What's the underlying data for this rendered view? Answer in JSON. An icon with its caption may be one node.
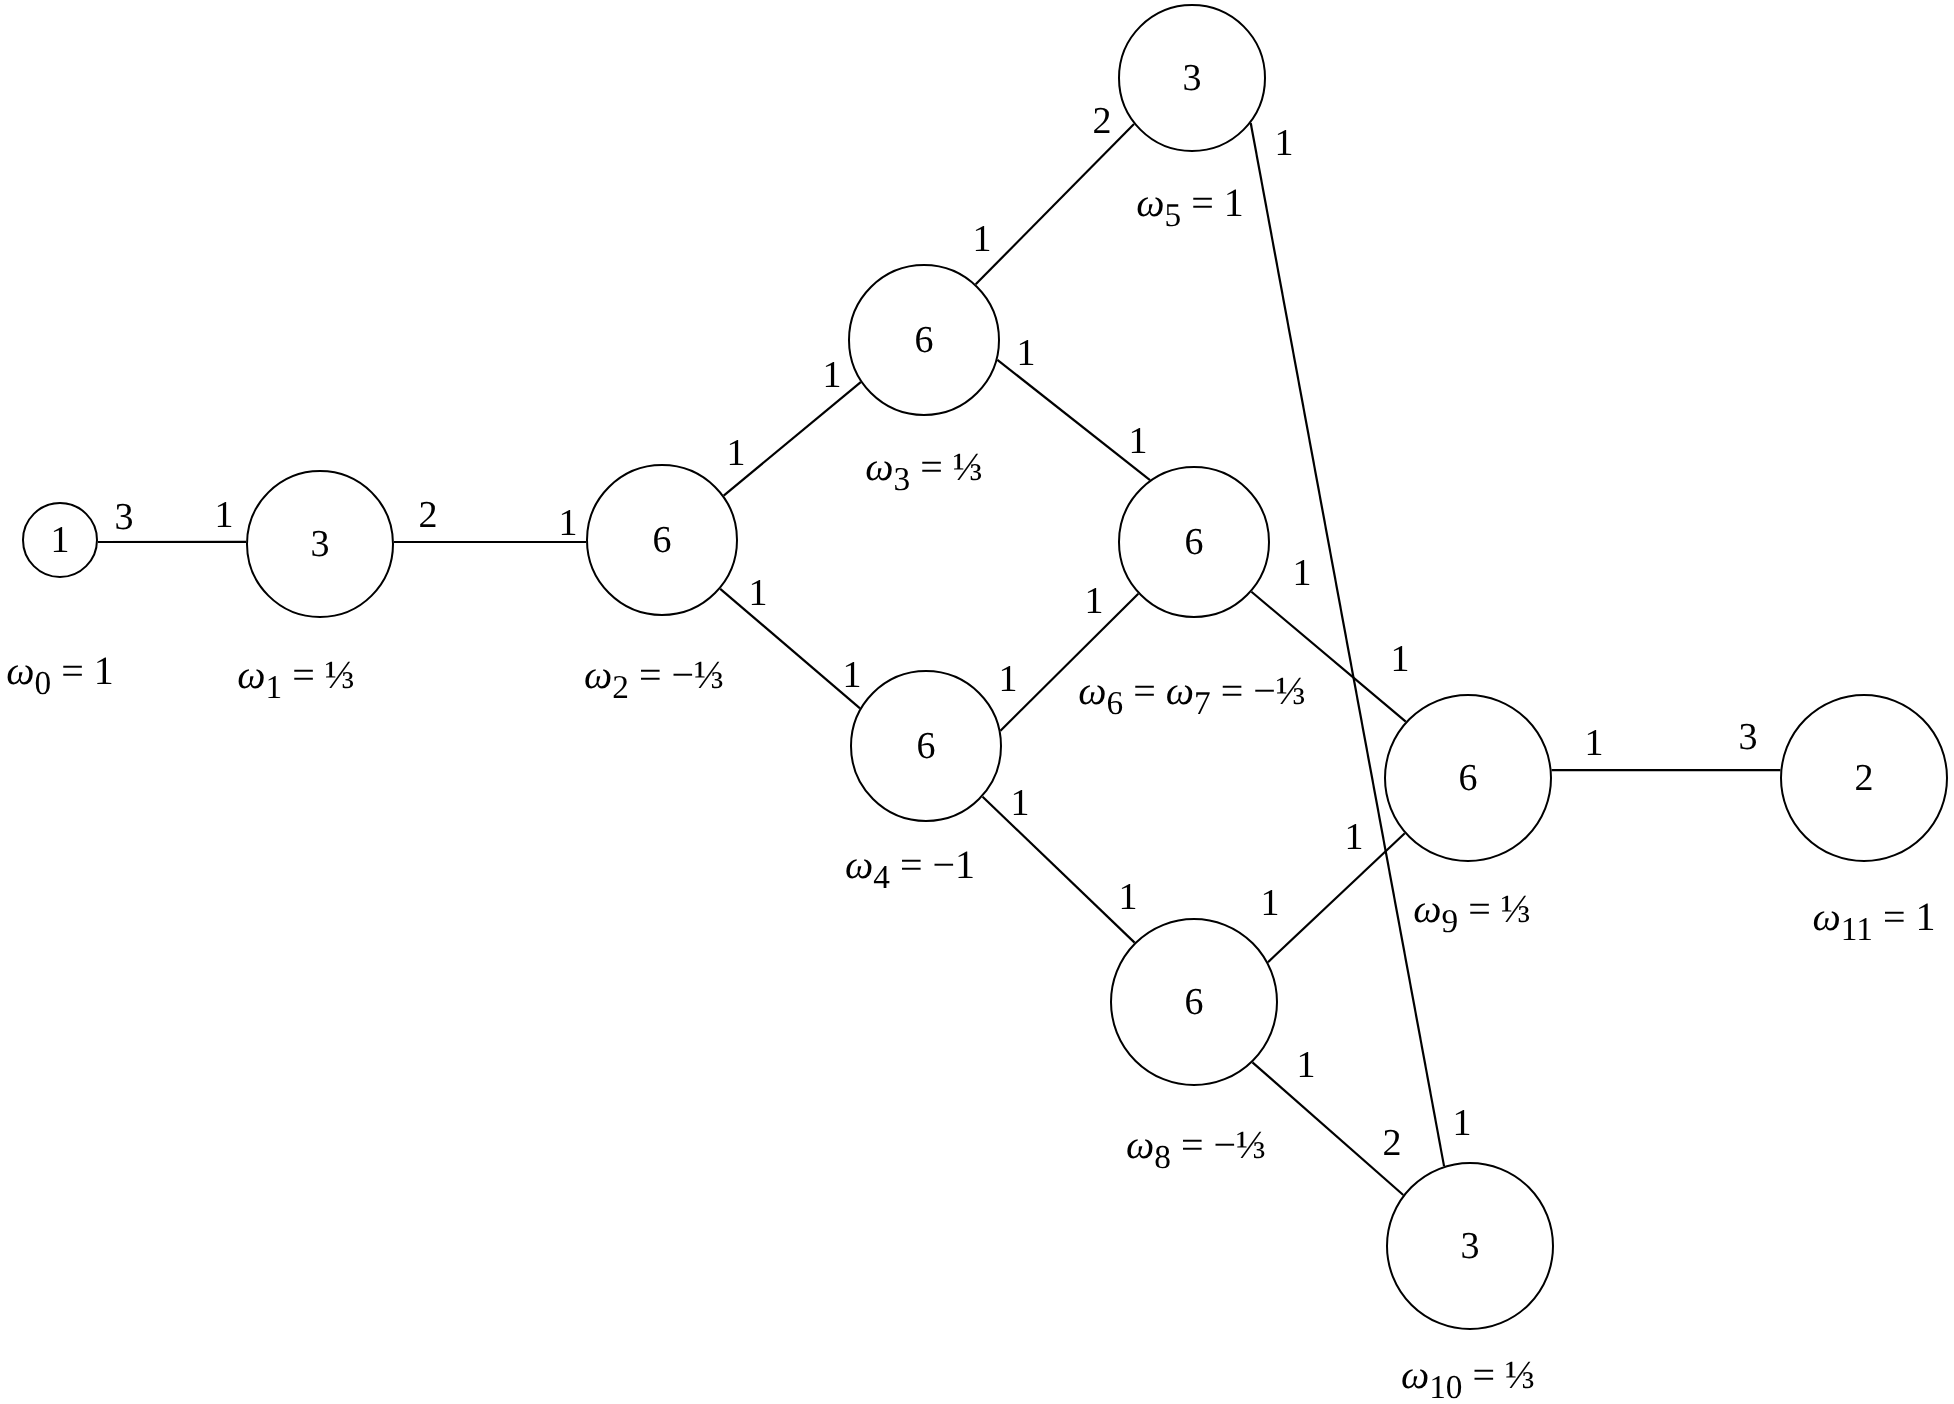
{
  "diagram": {
    "nodes": [
      {
        "text": [
          "1"
        ],
        "beside": [
          "*ω*$_{0}$ = 1"
        ]
      },
      {
        "text": [
          "3"
        ],
        "beside": [
          "*ω*$_{1}$ = ⅓"
        ]
      },
      {
        "text": [
          "6"
        ],
        "beside": [
          "*ω*$_{2}$ = −⅓"
        ]
      },
      {
        "text": [
          "6"
        ],
        "beside": [
          "*ω*$_{3}$ = ⅓"
        ]
      },
      {
        "text": [
          "6"
        ],
        "beside": [
          "*ω*$_{4}$ = −1"
        ]
      },
      {
        "text": [
          "3"
        ],
        "beside": [
          "*ω*$_{5}$ = 1"
        ]
      },
      {
        "text": [
          "6"
        ],
        "beside": [
          "*ω*$_{6}$ = *ω*$_{7}$ = −⅓"
        ]
      },
      {
        "text": [
          "6"
        ],
        "beside": [
          "*ω*$_{9}$ = ⅓"
        ]
      },
      {
        "text": [
          "6"
        ],
        "beside": [
          "*ω*$_{8}$ = −⅓"
        ]
      },
      {
        "text": [
          "3"
        ],
        "beside": [
          "*ω*$_{10}$ = ⅓"
        ]
      },
      {
        "text": [
          "2"
        ],
        "beside": [
          "*ω*$_{11}$ = 1"
        ]
      }
    ],
    "edges": [
      {
        "from": 0,
        "to": 1,
        "arrow": "none"
      },
      {
        "from": 1,
        "to": 2,
        "arrow": "none"
      },
      {
        "from": 2,
        "to": 3,
        "arrow": "none"
      },
      {
        "from": 2,
        "to": 4,
        "arrow": "none"
      },
      {
        "from": 3,
        "to": 5,
        "arrow": "none"
      },
      {
        "from": 3,
        "to": 6,
        "arrow": "none"
      },
      {
        "from": 4,
        "to": 6,
        "arrow": "none"
      },
      {
        "from": 4,
        "to": 8,
        "arrow": "none"
      },
      {
        "from": 5,
        "to": 9,
        "arrow": "none"
      },
      {
        "from": 6,
        "to": 7,
        "arrow": "none"
      },
      {
        "from": 8,
        "to": 7,
        "arrow": "none"
      },
      {
        "from": 8,
        "to": 9,
        "arrow": "none"
      },
      {
        "from": 7,
        "to": 10,
        "arrow": "none"
      }
    ],
    "labels": [
      "2",
      "1",
      "1",
      "1",
      "1",
      "1",
      "1",
      "3",
      "1",
      "2",
      "1",
      "1",
      "1",
      "1",
      "1",
      "1",
      "1",
      "1",
      "3",
      "1",
      "1",
      "1",
      "1",
      "1",
      "1",
      "2"
    ]
  }
}
